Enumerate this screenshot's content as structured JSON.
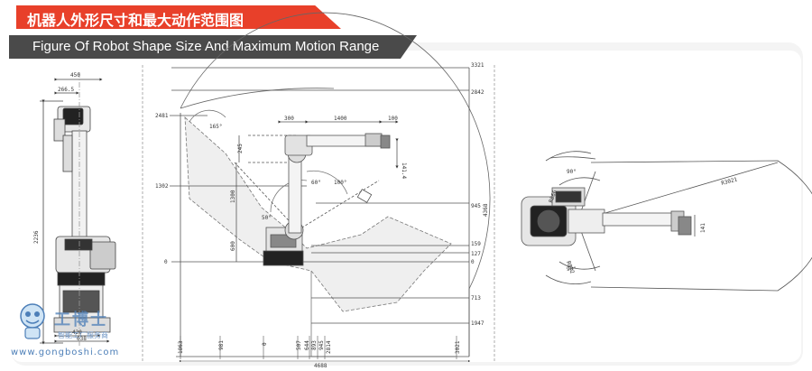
{
  "header": {
    "title_cn": "机器人外形尺寸和最大动作范围图",
    "title_en": "Figure Of Robot Shape Size And Maximum Motion Range"
  },
  "front_view": {
    "width_top": "450",
    "width_offset": "266.5",
    "height": "2236",
    "base_w1": "420",
    "base_w2": "638"
  },
  "side_view": {
    "top_dims": [
      "300",
      "1400",
      "100"
    ],
    "left_dims": [
      "2481",
      "1302",
      "0"
    ],
    "inner_dims": [
      "245",
      "1300",
      "600"
    ],
    "offset_141": "141.4",
    "angles": [
      "165°",
      "60°",
      "100°",
      "50°"
    ],
    "right_dims": [
      "3321",
      "2842",
      "945",
      "4368",
      "159",
      "127",
      "0",
      "713",
      "1947"
    ],
    "bottom_dims": [
      "1863",
      "981",
      "0",
      "507",
      "644",
      "893",
      "945",
      "2814",
      "3021"
    ],
    "overall_width": "4688"
  },
  "top_view": {
    "angle_top": "90°",
    "angle_bottom": "90°",
    "r_outer": "R3021",
    "r_inner": "R866",
    "r_mid": "R872",
    "offset": "141"
  },
  "watermark": {
    "name": "工博士",
    "sub": "智能工厂服务商",
    "url": "www.gongboshi.com"
  }
}
